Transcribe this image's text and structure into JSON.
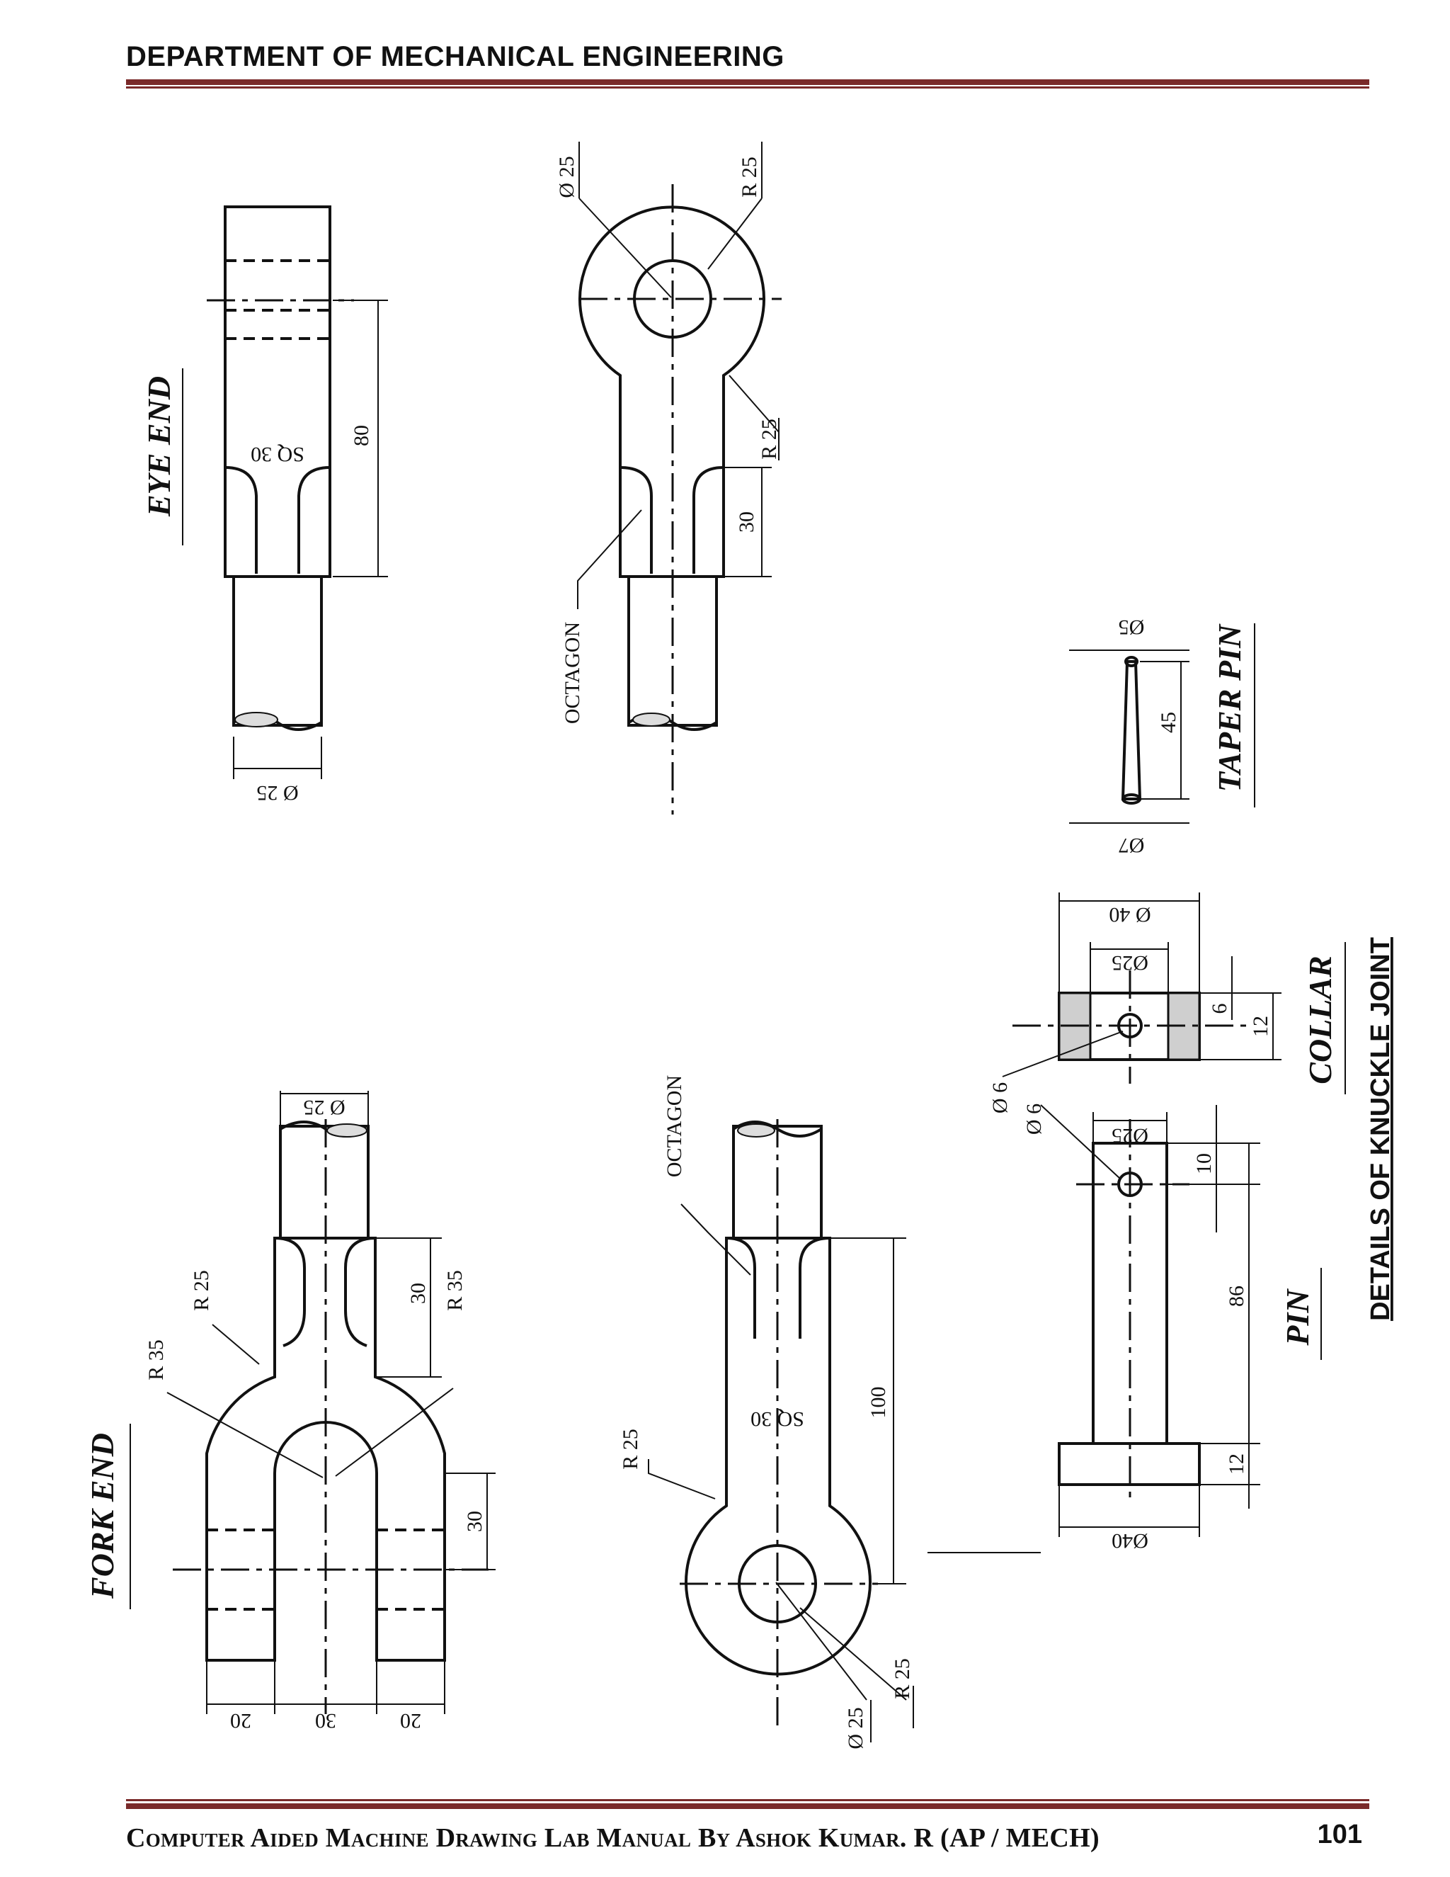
{
  "header": {
    "title": "DEPARTMENT OF MECHANICAL ENGINEERING"
  },
  "footer": {
    "text": "Computer Aided Machine Drawing Lab Manual By Ashok Kumar. R (AP / MECH)",
    "page_number": "101"
  },
  "drawing": {
    "sheet_title": "DETAILS OF KNUCKLE JOINT",
    "parts": {
      "eye_end": "EYE END",
      "fork_end": "FORK END",
      "taper_pin": "TAPER PIN",
      "collar": "COLLAR",
      "pin": "PIN"
    },
    "dims": {
      "eye_dia_hole": "Ø 25",
      "eye_r_outer": "R 25",
      "eye_r_neck": "R 25",
      "eye_sq": "SQ 30",
      "eye_len": "80",
      "eye_oct_len": "30",
      "eye_octagon": "OCTAGON",
      "eye_rod": "Ø 25",
      "taper_top": "Ø5",
      "taper_len": "45",
      "taper_bottom": "Ø7",
      "collar_od": "Ø 40",
      "collar_id": "Ø25",
      "collar_hole": "Ø 6",
      "collar_6": "6",
      "collar_12": "12",
      "pin_hole": "Ø 6",
      "pin_dia": "Ø25",
      "pin_10": "10",
      "pin_86": "86",
      "pin_12": "12",
      "pin_head": "Ø40",
      "fork_rod": "Ø 25",
      "fork_r25": "R 25",
      "fork_r35a": "R 35",
      "fork_r35b": "R 35",
      "fork_30a": "30",
      "fork_30b": "30",
      "fork_20a": "20",
      "fork_30c": "30",
      "fork_20b": "20",
      "fork2_octagon": "OCTAGON",
      "fork2_r25": "R 25",
      "fork2_sq": "SQ 30",
      "fork2_100": "100",
      "fork2_dia": "Ø 25",
      "fork2_r25b": "R 25"
    }
  }
}
